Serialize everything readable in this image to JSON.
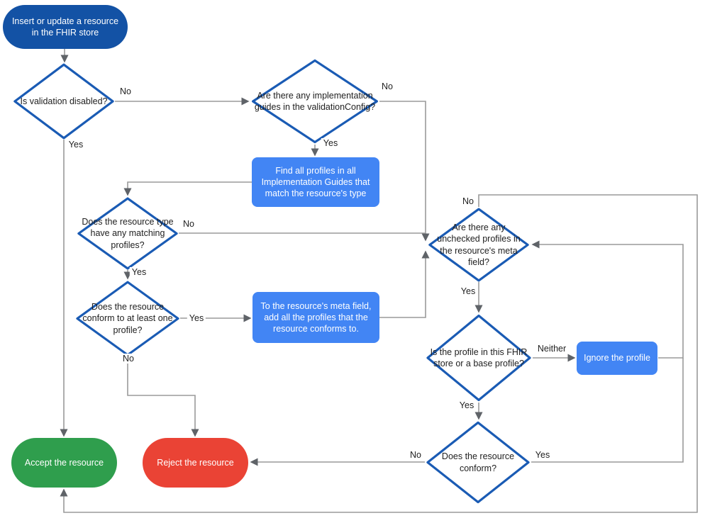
{
  "colors": {
    "node-dark-blue": "#1352A5",
    "node-light-blue": "#4285F4",
    "node-green": "#2F9E4D",
    "node-red": "#EA4335",
    "diamond-border": "#1A5BB4",
    "edge-line": "#9A9A9A",
    "arrowhead": "#5F6368",
    "text-dark": "#212121"
  },
  "nodes": {
    "start": "Insert or update a resource in the FHIR store",
    "validation_disabled": "Is validation disabled?",
    "implementation_guides": "Are there any implementation guides in the validationConfig?",
    "find_profiles": "Find all profiles in all Implementation Guides that match the resource's type",
    "matching_profiles": "Does the resource type have any matching profiles?",
    "conform_one_profile": "Does the resource conform to at least one profile?",
    "add_profiles": "To the resource's meta field, add all the profiles that the resource conforms to.",
    "unchecked_profiles": "Are there any unchecked profiles in the resource's meta field?",
    "profile_in_store": "Is the profile in this FHIR store or a base profile?",
    "ignore_profile": "Ignore the profile",
    "resource_conform": "Does the resource conform?",
    "accept": "Accept the resource",
    "reject": "Reject the resource"
  },
  "labels": {
    "validation_no": "No",
    "validation_yes": "Yes",
    "guides_no": "No",
    "guides_yes": "Yes",
    "matching_no": "No",
    "matching_yes": "Yes",
    "conform_one_yes": "Yes",
    "conform_one_no": "No",
    "unchecked_no": "No",
    "unchecked_yes": "Yes",
    "profile_neither": "Neither",
    "profile_yes": "Yes",
    "resource_conform_no": "No",
    "resource_conform_yes": "Yes"
  }
}
